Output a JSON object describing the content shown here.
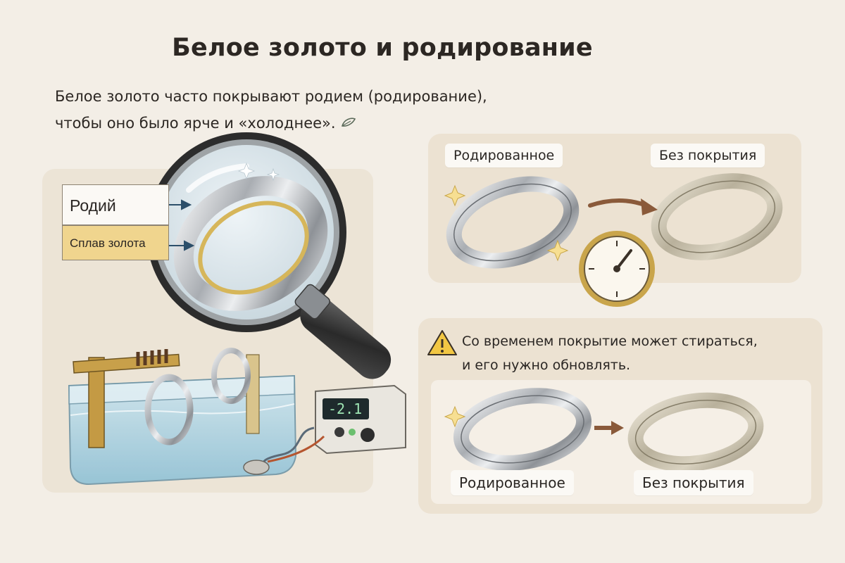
{
  "title": "Белое золото и родирование",
  "intro": {
    "line1": "Белое золото часто покрывают родием (родирование),",
    "line2": "чтобы оно было ярче и «холоднее»."
  },
  "magnifier": {
    "layer_top_label": "Родий",
    "layer_bottom_label": "Сплав золота"
  },
  "device": {
    "display_value": "-2.1"
  },
  "comparison_top": {
    "left_label": "Родированное",
    "right_label": "Без покрытия"
  },
  "warning": {
    "line1": "Со временем покрытие может стираться,",
    "line2": "и его нужно обновлять."
  },
  "comparison_bottom": {
    "left_label": "Родированное",
    "right_label": "Без покрытия"
  },
  "colors": {
    "background": "#f3eee6",
    "panel": "#ece2d2",
    "rhodium_layer": "#fbf9f5",
    "gold_alloy_layer": "#f0d58e",
    "arrow_brown": "#8a5a3a",
    "warning_yellow": "#f2c744"
  },
  "icons": [
    "leaf-icon",
    "magnifier-icon",
    "sparkle-icon",
    "clock-icon",
    "warning-icon",
    "arrow-icon"
  ]
}
